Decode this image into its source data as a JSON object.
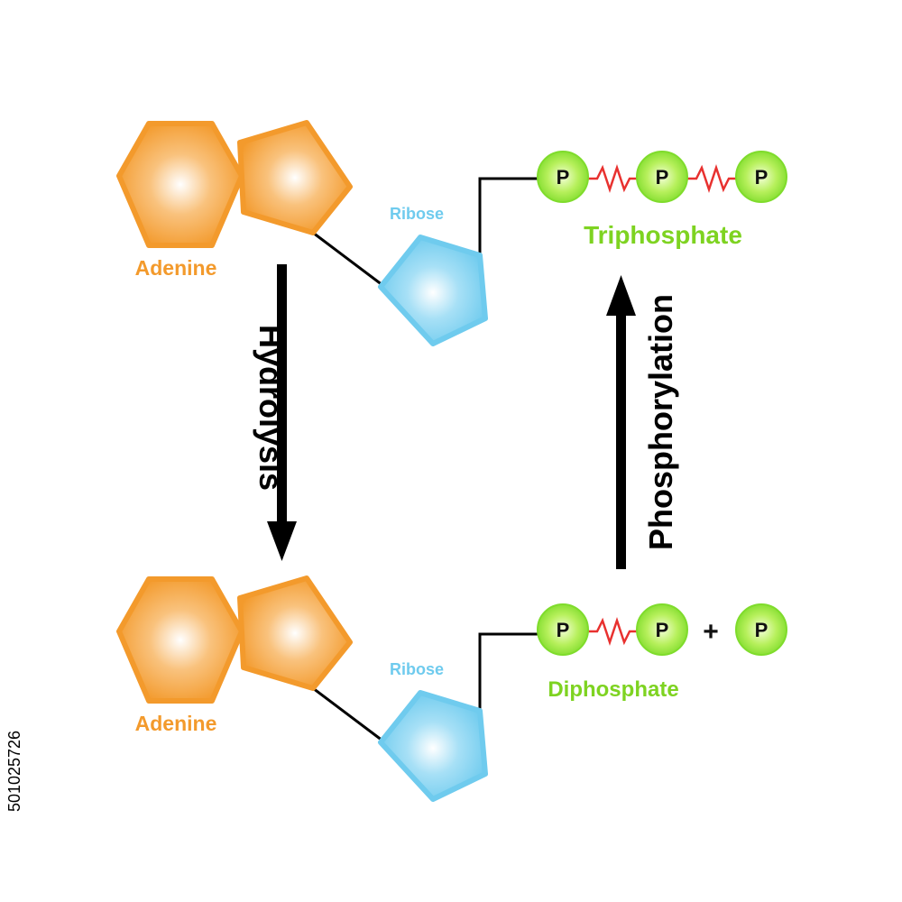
{
  "top": {
    "adenine_label": "Adenine",
    "ribose_label": "Ribose",
    "phosphate_label": "Triphosphate",
    "phosphate_symbol": "P"
  },
  "bottom": {
    "adenine_label": "Adenine",
    "ribose_label": "Ribose",
    "phosphate_label": "Diphosphate",
    "phosphate_symbol": "P",
    "plus_sign": "+"
  },
  "arrows": {
    "down_label": "Hydrolysis",
    "up_label": "Phosphorylation"
  },
  "stock_id": "501025726",
  "colors": {
    "adenine": "#f39a2c",
    "ribose": "#6fcbee",
    "phosphate": "#7fdc2c",
    "phosphate_label": "#7ed321",
    "bond": "#e8312f",
    "arrow": "#000000"
  }
}
